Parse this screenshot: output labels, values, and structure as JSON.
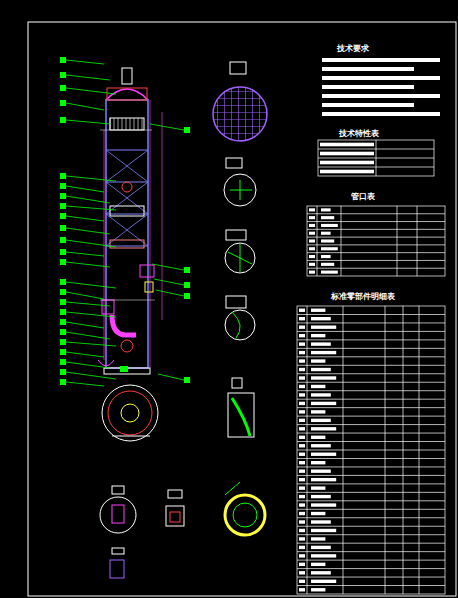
{
  "diagram": {
    "labels": [
      "技术要求",
      "技术特性表",
      "管口表",
      "标准零部件明细表"
    ]
  }
}
